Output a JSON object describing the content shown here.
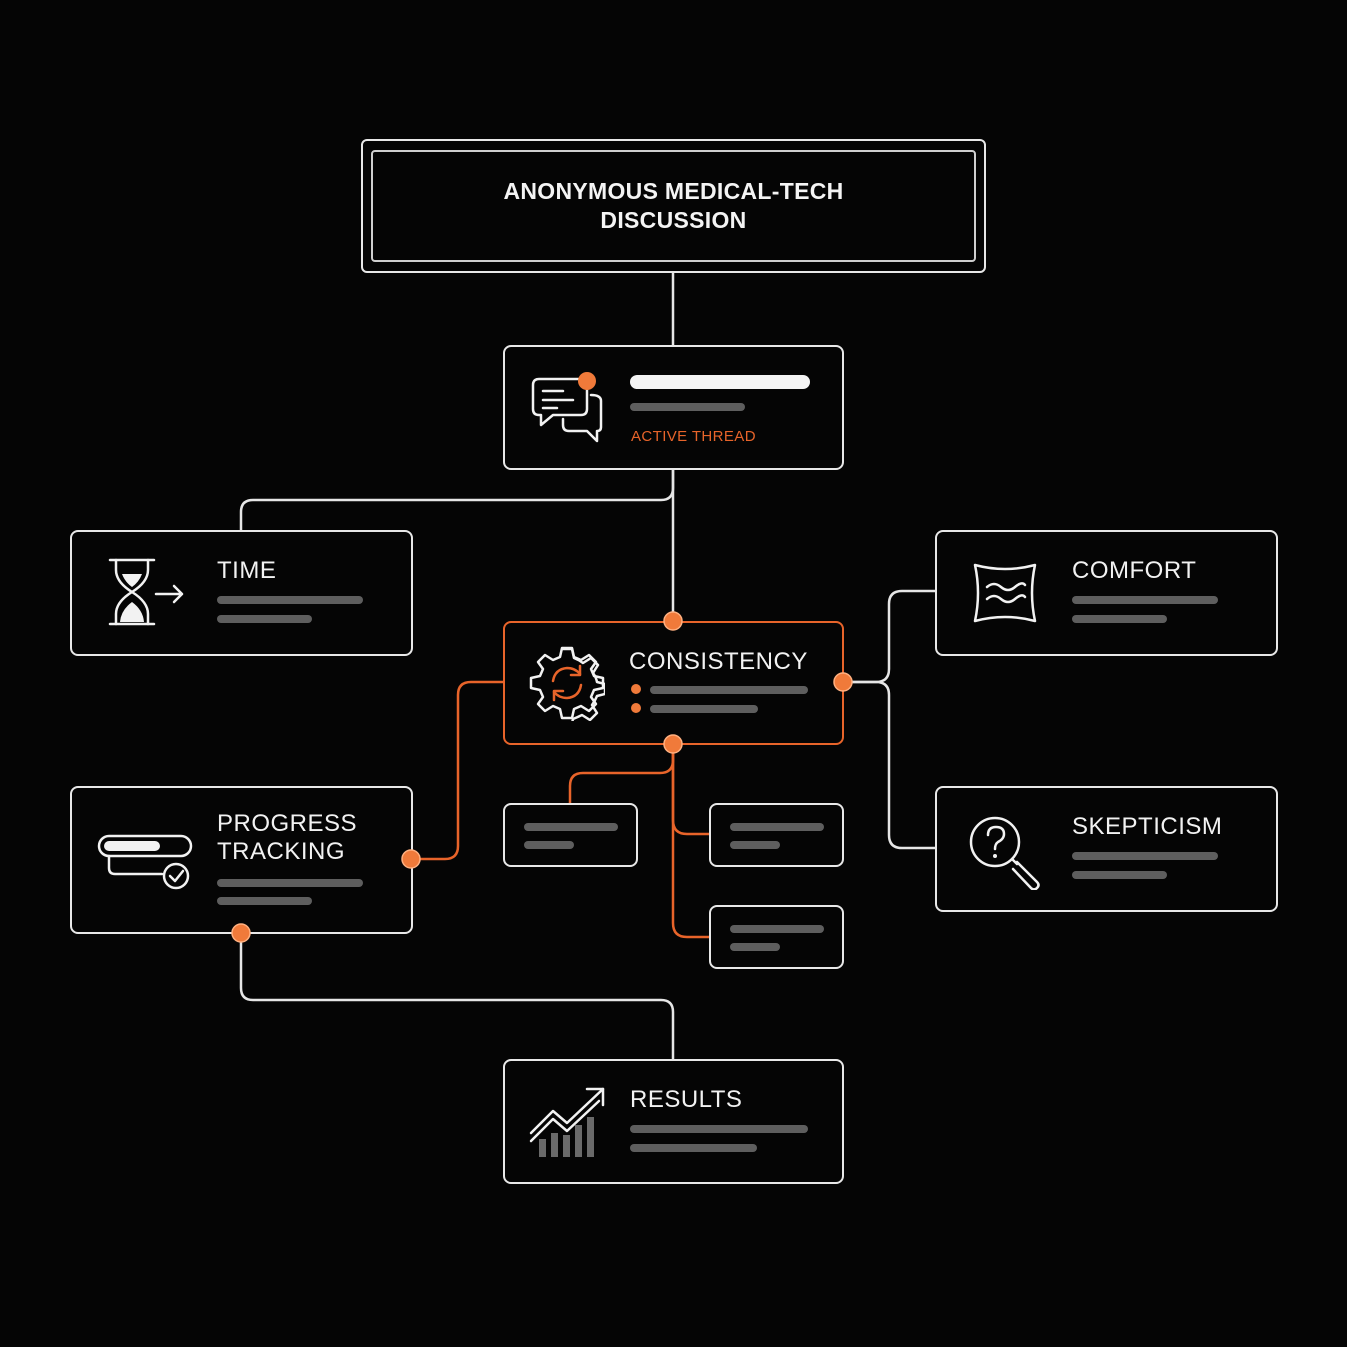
{
  "title": "ANONYMOUS MEDICAL-TECH DISCUSSION",
  "thread": {
    "status": "ACTIVE THREAD",
    "icon": "chat-bubbles-icon"
  },
  "nodes": {
    "time": {
      "label": "TIME",
      "icon": "hourglass-icon"
    },
    "comfort": {
      "label": "COMFORT",
      "icon": "pillow-icon"
    },
    "consistency": {
      "label": "CONSISTENCY",
      "icon": "gear-sync-icon"
    },
    "progress": {
      "label_line1": "PROGRESS",
      "label_line2": "TRACKING",
      "icon": "progress-check-icon"
    },
    "skepticism": {
      "label": "SKEPTICISM",
      "icon": "question-magnifier-icon"
    },
    "results": {
      "label": "RESULTS",
      "icon": "growth-chart-icon"
    }
  },
  "colors": {
    "background": "#050505",
    "stroke": "#e8e8e8",
    "accent": "#e8642a",
    "placeholder": "#5e5e5e"
  }
}
